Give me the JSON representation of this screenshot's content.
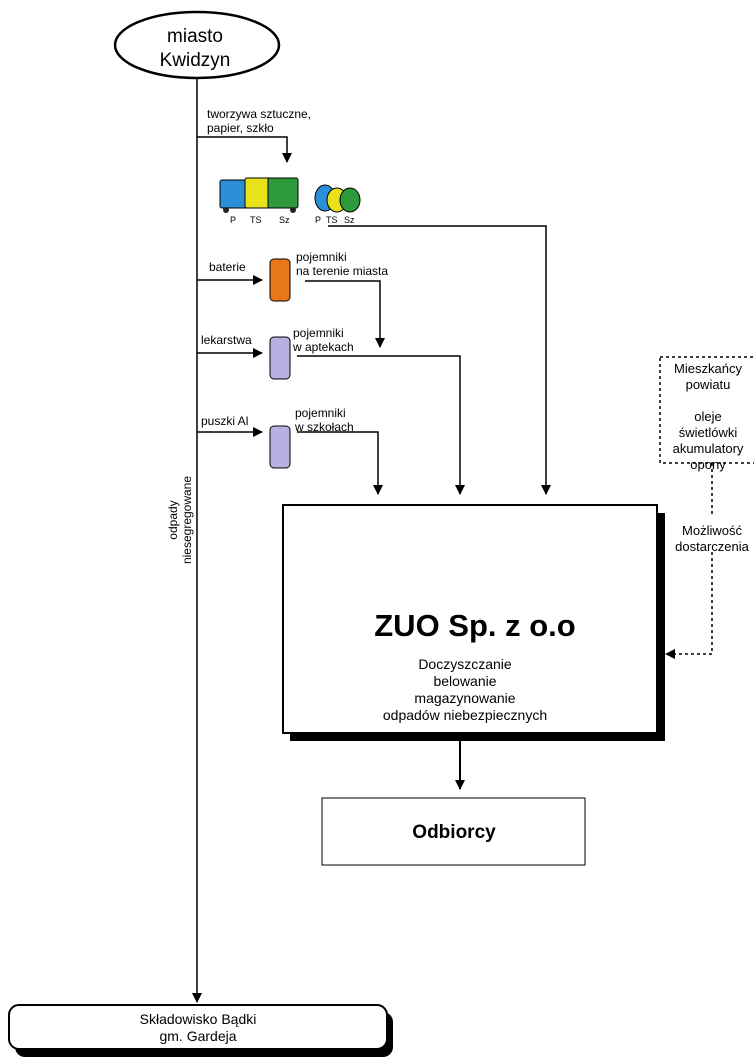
{
  "source": {
    "text": "miasto\nKwidzyn"
  },
  "recyclables": {
    "label": "tworzywa sztuczne,\npapier, szkło"
  },
  "container_labels": {
    "p": "P",
    "ts": "TS",
    "sz": "Sz"
  },
  "streams": [
    {
      "label": "baterie",
      "container": "pojemniki\nna terenie miasta"
    },
    {
      "label": "lekarstwa",
      "container": "pojemniki\nw aptekach"
    },
    {
      "label": "puszki Al",
      "container": "pojemniki\nw szkołach"
    }
  ],
  "vertical_label": "odpady\nniesegregowane",
  "county": {
    "text": "Mieszkańcy\npowiatu\n\noleje\nświetlówki\nakumulatory\nopony"
  },
  "possible_delivery": "Możliwość\ndostarczenia",
  "zuo": {
    "title": "ZUO Sp. z o.o",
    "description": "Doczyszczanie\nbelowanie\nmagazynowanie\nodpadów niebezpiecznych"
  },
  "recipients": "Odbiorcy",
  "landfill": "Składowisko Bądki\ngm. Gardeja",
  "colors": {
    "paper_bin": "#2a8fd6",
    "plastic_bin": "#e8e21a",
    "glass_bin": "#2f9a3c",
    "battery_bin": "#e8761a",
    "pharmacy_bin": "#b8b0e0"
  }
}
